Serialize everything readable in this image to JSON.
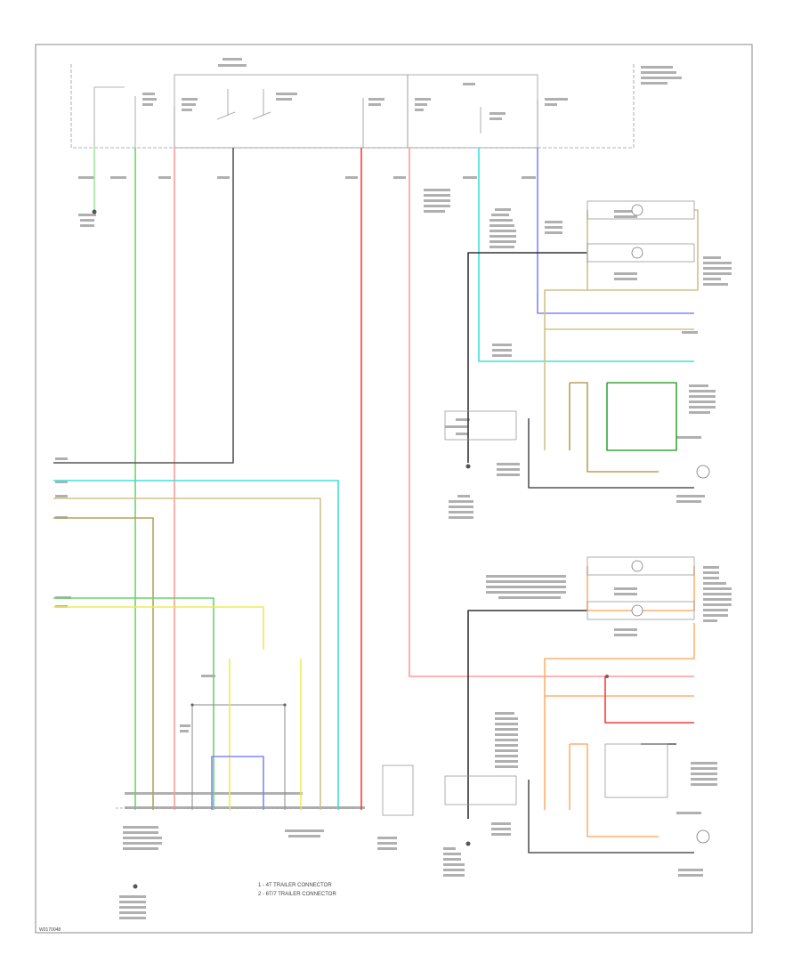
{
  "footer_code": "W0170048",
  "legend": {
    "line1": "1 - 4T TRAILER CONNECTOR",
    "line2": "2 - 6T/7 TRAILER CONNECTOR"
  },
  "colors": {
    "frame": "#8a8a8a",
    "box": "#9a9a9a",
    "wire_gray": "#555555",
    "wire_black": "#333333",
    "wire_green": "#6ad46a",
    "wire_lightgreen": "#9fe89f",
    "wire_pink": "#ff9a9a",
    "wire_red": "#ff3b3b",
    "wire_cyan": "#3ee0e0",
    "wire_blue": "#7f86ff",
    "wire_tan": "#d2c08a",
    "wire_olive": "#b7a15a",
    "wire_yellow": "#eeea55",
    "wire_orange": "#ffb070",
    "wire_darkgreen": "#3aa63a"
  }
}
